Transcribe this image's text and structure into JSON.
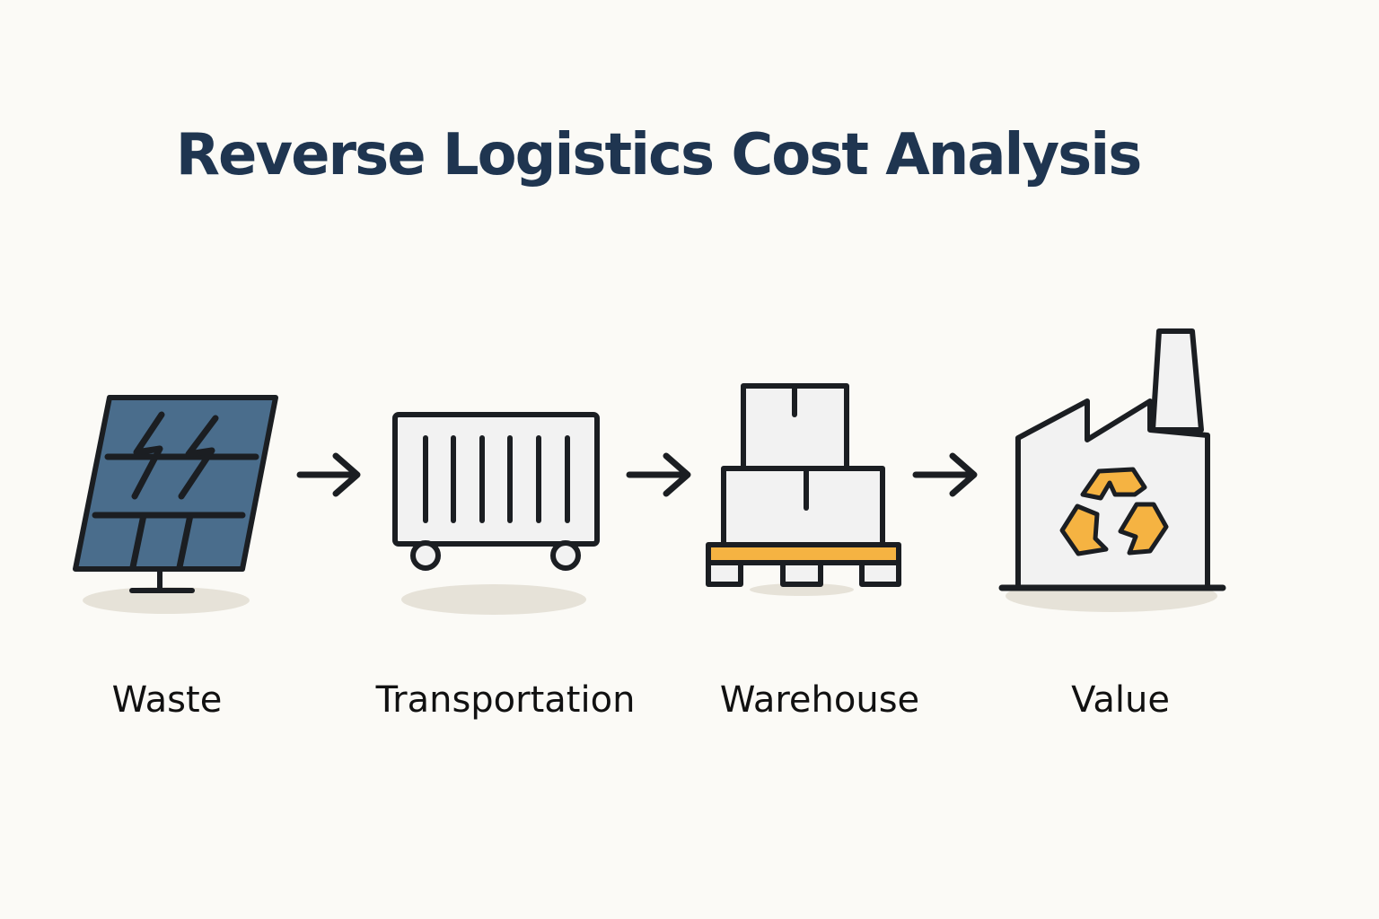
{
  "title": "Reverse Logistics Cost Analysis",
  "stages": [
    {
      "label": "Waste",
      "icon": "solar-panel-icon"
    },
    {
      "label": "Transportation",
      "icon": "shipping-container-icon"
    },
    {
      "label": "Warehouse",
      "icon": "pallet-boxes-icon"
    },
    {
      "label": "Value",
      "icon": "recycling-factory-icon"
    }
  ],
  "colors": {
    "background": "#fbfaf6",
    "title": "#1f3550",
    "outline": "#1b1e22",
    "panel": "#4a6d8c",
    "accent": "#f5b342",
    "fill_light": "#f2f2f2",
    "shadow": "#e6e2d8"
  }
}
